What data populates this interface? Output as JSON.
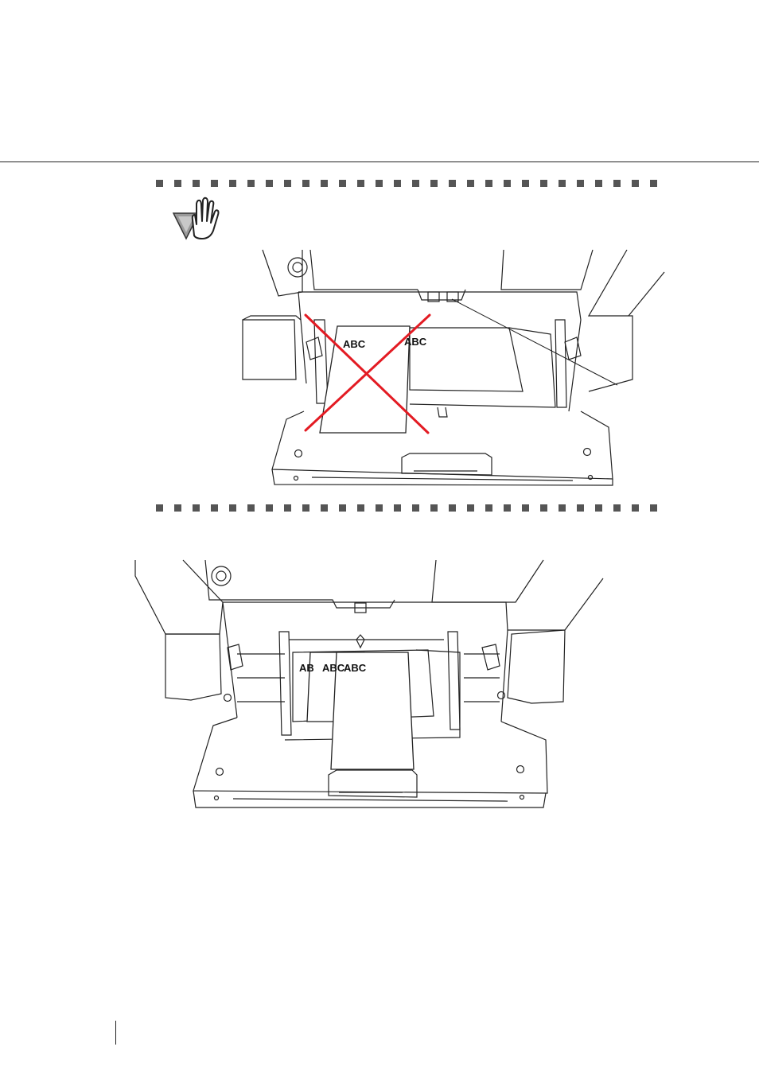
{
  "figures": {
    "incorrect": {
      "paper_front_label": "ABC",
      "paper_back_label": "ABC",
      "cross_color": "#e31b23"
    },
    "correct": {
      "paper_front_label": "ABC",
      "paper_middle_label": "ABC",
      "paper_back_label": "ABC"
    }
  },
  "icons": {
    "attention": "hand-caution-icon"
  },
  "dot_count": 28
}
